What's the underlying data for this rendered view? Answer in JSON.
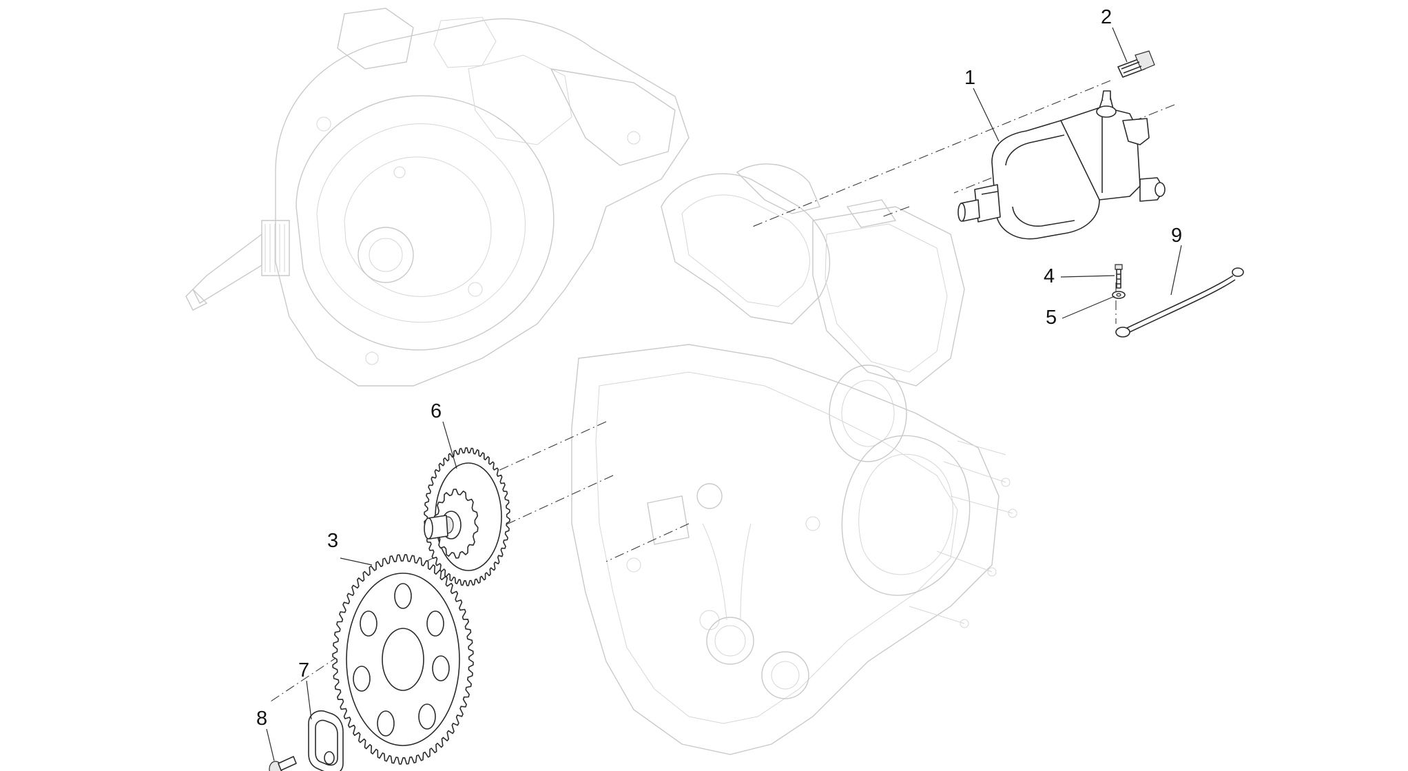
{
  "diagram": {
    "callouts": [
      {
        "id": "1",
        "label": "1"
      },
      {
        "id": "2",
        "label": "2"
      },
      {
        "id": "3",
        "label": "3"
      },
      {
        "id": "4",
        "label": "4"
      },
      {
        "id": "5",
        "label": "5"
      },
      {
        "id": "6",
        "label": "6"
      },
      {
        "id": "7",
        "label": "7"
      },
      {
        "id": "8",
        "label": "8"
      },
      {
        "id": "9",
        "label": "9"
      }
    ],
    "colors": {
      "line": "#2a2a2a",
      "ghost": "#c9c9c9",
      "background": "#ffffff"
    }
  }
}
